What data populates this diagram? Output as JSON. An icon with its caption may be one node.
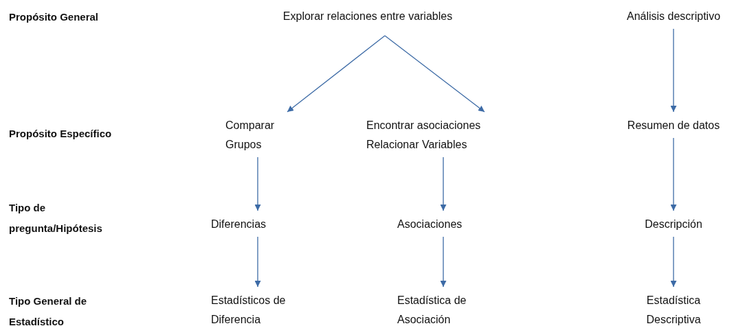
{
  "diagram": {
    "nodes": [
      {
        "text": [
          "Explorar relaciones entre variables"
        ]
      },
      {
        "text": [
          "Análisis descriptivo"
        ]
      },
      {
        "text": [
          "Comparar Grupos"
        ]
      },
      {
        "text": [
          "Encontrar asociaciones Relacionar Variables"
        ]
      },
      {
        "text": [
          "Resumen de datos"
        ]
      },
      {
        "text": [
          "Diferencias"
        ]
      },
      {
        "text": [
          "Asociaciones"
        ]
      },
      {
        "text": [
          "Descripción"
        ]
      },
      {
        "text": [
          "Estadísticos de Diferencia"
        ]
      },
      {
        "text": [
          "Estadística de Asociación"
        ]
      },
      {
        "text": [
          "Estadística Descriptiva"
        ]
      }
    ],
    "edges": [
      {
        "from": 0,
        "to": 2,
        "arrow": "to"
      },
      {
        "from": 0,
        "to": 3,
        "arrow": "to"
      },
      {
        "from": 1,
        "to": 4,
        "arrow": "to"
      },
      {
        "from": 2,
        "to": 5,
        "arrow": "to"
      },
      {
        "from": 3,
        "to": 6,
        "arrow": "to"
      },
      {
        "from": 4,
        "to": 7,
        "arrow": "to"
      },
      {
        "from": 5,
        "to": 8,
        "arrow": "to"
      },
      {
        "from": 6,
        "to": 9,
        "arrow": "to"
      },
      {
        "from": 7,
        "to": 10,
        "arrow": "to"
      }
    ],
    "labels": [
      "Propósito General",
      "Propósito Específico",
      "Tipo de pregunta/Hipótesis",
      "Tipo General de Estadístico"
    ]
  }
}
